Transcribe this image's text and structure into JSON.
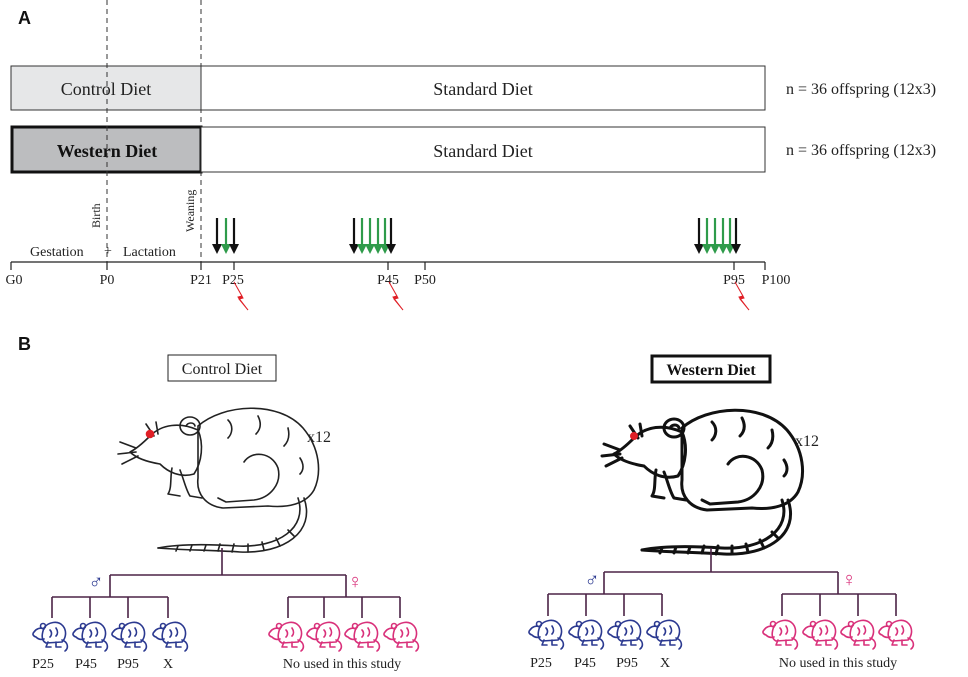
{
  "panel_a": {
    "label": "A",
    "rows": [
      {
        "first_diet": "Control Diet",
        "second_diet": "Standard Diet",
        "n_label": "n = 36 offspring (12x3)"
      },
      {
        "first_diet": "Western Diet",
        "second_diet": "Standard Diet",
        "n_label": "n = 36 offspring (12x3)"
      }
    ],
    "vertical_labels": {
      "birth": "Birth",
      "weaning": "Weaning"
    },
    "period_labels": {
      "gestation": "Gestation",
      "plus": "+",
      "lactation": "Lactation"
    },
    "ticks": [
      "G0",
      "P0",
      "P21",
      "P25",
      "P45",
      "P50",
      "P95",
      "P100"
    ]
  },
  "panel_b": {
    "label": "B",
    "groups": [
      {
        "title": "Control Diet",
        "count": "x12",
        "male_symbol": "♂",
        "female_symbol": "♀",
        "male_labels": [
          "P25",
          "P45",
          "P95",
          "X"
        ],
        "female_label": "No used in this study"
      },
      {
        "title": "Western Diet",
        "count": "x12",
        "male_symbol": "♂",
        "female_symbol": "♀",
        "male_labels": [
          "P25",
          "P45",
          "P95",
          "X"
        ],
        "female_label": "No used in this study"
      }
    ]
  },
  "colors": {
    "control_box": "#e6e7e8",
    "western_box": "#bcbdbf",
    "arrow_black": "#111111",
    "arrow_green": "#2e9b4a",
    "lightning": "#e01f26",
    "male": "#2b3990",
    "female": "#d9307a",
    "tree": "#4b2346"
  }
}
